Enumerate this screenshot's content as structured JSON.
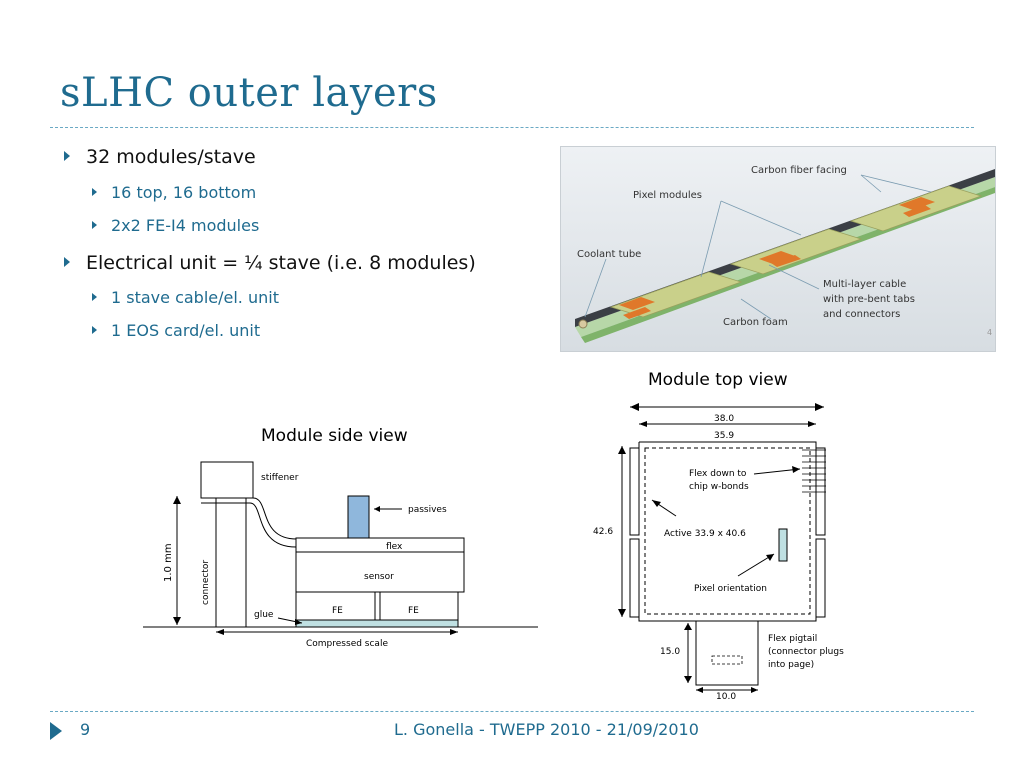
{
  "slide": {
    "title": "sLHC outer layers",
    "page_number": "9",
    "footer": "L. Gonella - TWEPP 2010 - 21/09/2010"
  },
  "bullets": [
    {
      "text": "32 modules/stave",
      "level": 1
    },
    {
      "text": "16 top, 16 bottom",
      "level": 2
    },
    {
      "text": "2x2 FE-I4 modules",
      "level": 2
    },
    {
      "text": "Electrical unit = ¼ stave (i.e. 8 modules)",
      "level": 1
    },
    {
      "text": "1 stave cable/el. unit",
      "level": 2
    },
    {
      "text": "1 EOS card/el. unit",
      "level": 2
    }
  ],
  "stave_image": {
    "labels": {
      "carbon_fiber": "Carbon fiber facing",
      "pixel_modules": "Pixel modules",
      "coolant_tube": "Coolant tube",
      "cable_l1": "Multi-layer cable",
      "cable_l2": "with pre-bent tabs",
      "cable_l3": "and connectors",
      "carbon_foam": "Carbon foam",
      "corner_num": "4"
    }
  },
  "side_view": {
    "title": "Module side view",
    "stiffener": "stiffener",
    "passives": "passives",
    "flex": "flex",
    "sensor": "sensor",
    "fe1": "FE",
    "fe2": "FE",
    "glue": "glue",
    "connector": "connector",
    "height": "1.0 mm",
    "scale": "Compressed scale"
  },
  "top_view": {
    "title": "Module top view",
    "dim_38": "38.0",
    "dim_359": "35.9",
    "dim_426": "42.6",
    "flex_down_l1": "Flex down to",
    "flex_down_l2": "chip w-bonds",
    "active": "Active 33.9 x 40.6",
    "pixel_orient": "Pixel orientation",
    "dim_15": "15.0",
    "dim_10": "10.0",
    "pigtail_l1": "Flex pigtail",
    "pigtail_l2": "(connector plugs",
    "pigtail_l3": "into page)"
  },
  "colors": {
    "accent": "#1f6b8f",
    "passives": "#8fb7dc",
    "glue": "#bfe0e2",
    "module_green": "#c9d08a",
    "tab_orange": "#e0782a"
  }
}
